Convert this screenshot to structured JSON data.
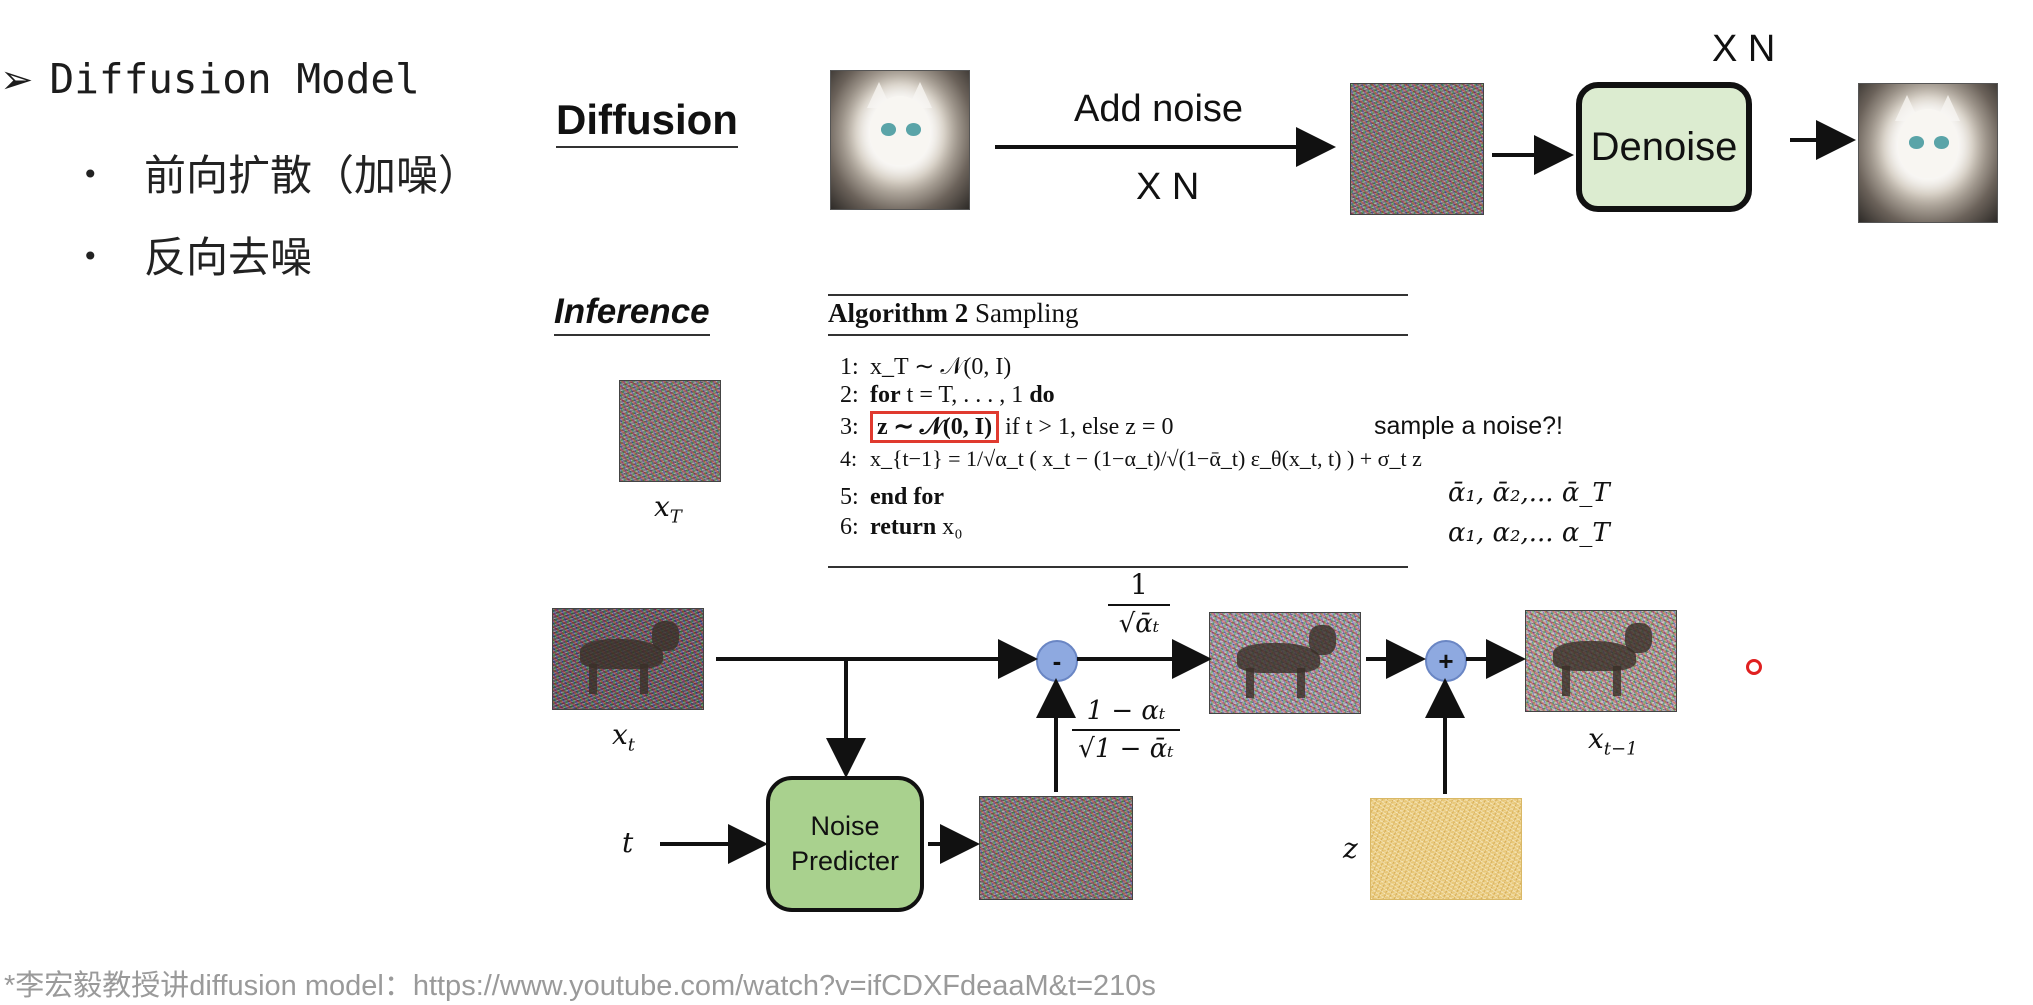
{
  "bullets": {
    "heading": "Diffusion Model",
    "items": [
      "前向扩散（加噪）",
      "反向去噪"
    ]
  },
  "diffusion": {
    "title": "Diffusion",
    "add_noise": "Add noise",
    "times_label": "X N",
    "denoise_box": "Denoise",
    "times_label_top": "X N"
  },
  "inference": {
    "title": "Inference",
    "xT_label": "x_T",
    "xt_label": "x_t",
    "t_label": "t",
    "z_label": "z",
    "xt1_label": "x_{t-1}",
    "predictor_line1": "Noise",
    "predictor_line2": "Predicter",
    "minus_symbol": "-",
    "plus_symbol": "+",
    "coef_top_num": "1",
    "coef_top_den": "√ᾱₜ",
    "coef_bottom_num": "1 − αₜ",
    "coef_bottom_den": "√1 − ᾱₜ"
  },
  "algorithm": {
    "title_bold": "Algorithm 2",
    "title_rest": "Sampling",
    "lines": [
      {
        "n": "1:",
        "text": "x_T ∼ 𝒩(0, I)"
      },
      {
        "n": "2:",
        "kw": "for",
        "text": "t = T, . . . , 1",
        "kw2": "do"
      },
      {
        "n": "3:",
        "boxed": "z ∼ 𝒩(0, I)",
        "text": "if t > 1, else z = 0"
      },
      {
        "n": "4:",
        "text": "x_{t−1} = 1/√α_t ( x_t − (1−α_t)/√(1−ᾱ_t) ε_θ(x_t, t) ) + σ_t z"
      },
      {
        "n": "5:",
        "kw": "end for"
      },
      {
        "n": "6:",
        "kw": "return",
        "text": "x₀"
      }
    ],
    "note": "sample a noise?!",
    "alpha_bar_seq": "ᾱ₁, ᾱ₂,... ᾱ_T",
    "alpha_seq": "α₁, α₂,... α_T"
  },
  "footer": "*李宏毅教授讲diffusion model：https://www.youtube.com/watch?v=ifCDXFdeaaM&t=210s",
  "colors": {
    "denoise_fill": "#dcecd0",
    "predictor_fill": "#a9d18e",
    "op_circle": "#8ea9e0",
    "highlight_box": "#e03a2f",
    "footer_text": "#9a9a9a"
  }
}
